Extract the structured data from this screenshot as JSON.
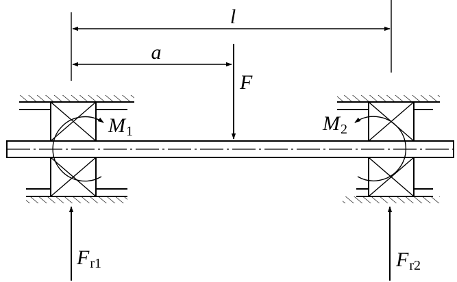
{
  "labels": {
    "length": "l",
    "distance": "a",
    "force": "F",
    "moment_left": "M",
    "moment_left_sub": "1",
    "moment_right": "M",
    "moment_right_sub": "2",
    "reaction_left": "F",
    "reaction_left_sub": "r1",
    "reaction_right": "F",
    "reaction_right_sub": "r2"
  }
}
